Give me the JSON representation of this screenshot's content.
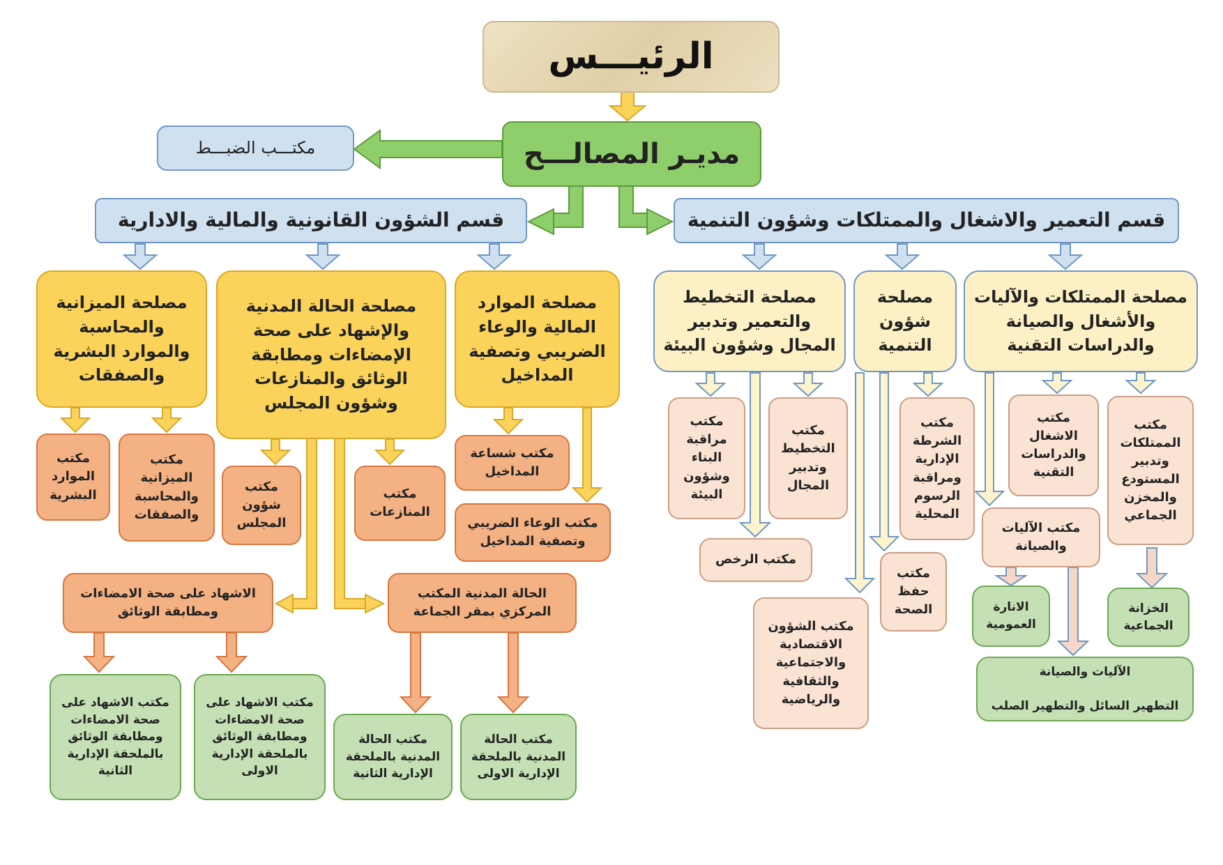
{
  "president": "الرئيـــس",
  "director": "مديـر المصالـــح",
  "control_office": "مكتـــب الضبـــط",
  "section_legal": "قسم الشؤون القانونية والمالية والادارية",
  "section_development": "قسم التعمير والاشغال والممتلكات وشؤون التنمية",
  "legal": {
    "budget_service": "مصلحة الميزانية\nوالمحاسبة\nوالموارد البشرية\nوالصفقات",
    "civil_service": "مصلحة الحالة المدنية\nوالإشهاد على صحة\nالإمضاءات ومطابقة\nالوثائق والمنازعات\nوشؤون المجلس",
    "resources_service": "مصلحة الموارد\nالمالية والوعاء\nالضريبي وتصفية\nالمداخيل",
    "hr_office": "مكتب\nالموارد\nالبشرية",
    "budget_office": "مكتب\nالميزانية\nوالمحاسبة\nوالصفقات",
    "council_office": "مكتب\nشؤون\nالمجلس",
    "disputes_office": "مكتب\nالمنازعات",
    "cashier_office": "مكتب شساعة\nالمداخيل",
    "tax_office": "مكتب الوعاء الضريبي\nوتصفية المداخيل",
    "legalization_box": "الاشهاد على صحة الامضاءات\nومطابقة الوثائق",
    "civil_central": "الحالة المدنية المكتب\nالمركزي بمقر الجماعة",
    "legalization_annex2": "مكتب الاشهاد على\nصحة الامضاءات\nومطابقة الوثائق\nبالملحقة الإدارية\nالثانية",
    "legalization_annex1": "مكتب الاشهاد على\nصحة الامضاءات\nومطابقة الوثائق\nبالملحقة الإدارية\nالاولى",
    "civil_annex2": "مكتب الحالة\nالمدنية بالملحقة\nالإدارية الثانية",
    "civil_annex1": "مكتب الحالة\nالمدنية بالملحقة\nالإدارية الاولى"
  },
  "development": {
    "planning_service": "مصلحة التخطيط\nوالتعمير وتدبير\nالمجال وشؤون البيئة",
    "dev_service": "مصلحة\nشؤون\nالتنمية",
    "property_service": "مصلحة الممتلكات والآليات\nوالأشغال والصيانة\nوالدراسات التقنية",
    "building_office": "مكتب\nمراقبة\nالبناء\nوشؤون\nالبيئة",
    "planning_office": "مكتب\nالتخطيط\nوتدبير\nالمجال",
    "permits_office": "مكتب الرخص",
    "police_office": "مكتب\nالشرطة\nالإدارية\nومراقبة\nالرسوم\nالمحلية",
    "health_office": "مكتب\nحفظ\nالصحة",
    "social_office": "مكتب الشؤون\nالاقتصادية\nوالاجتماعية\nوالثقافية\nوالرياضية",
    "works_office": "مكتب\nالاشغال\nوالدراسات\nالتقنية",
    "property_office": "مكتب\nالممتلكات\nوتدبير\nالمستودع\nوالمخزن\nالجماعي",
    "machines_office": "مكتب الآليات\nوالصيانة",
    "lighting": "الانارة\nالعمومية",
    "treasury": "الخزانة\nالجماعية",
    "maintenance": "الآليات والصيانة\n\nالتطهير السائل والتطهير الصلب"
  },
  "colors": {
    "blue_arrow": "#cfe0f1",
    "yellow_arrow": "#fbd35a",
    "orange_arrow": "#f4b183",
    "green_arrow": "#8fcf6b",
    "cream_arrow": "#fdf3cc",
    "peach_arrow": "#f5d7c8"
  }
}
